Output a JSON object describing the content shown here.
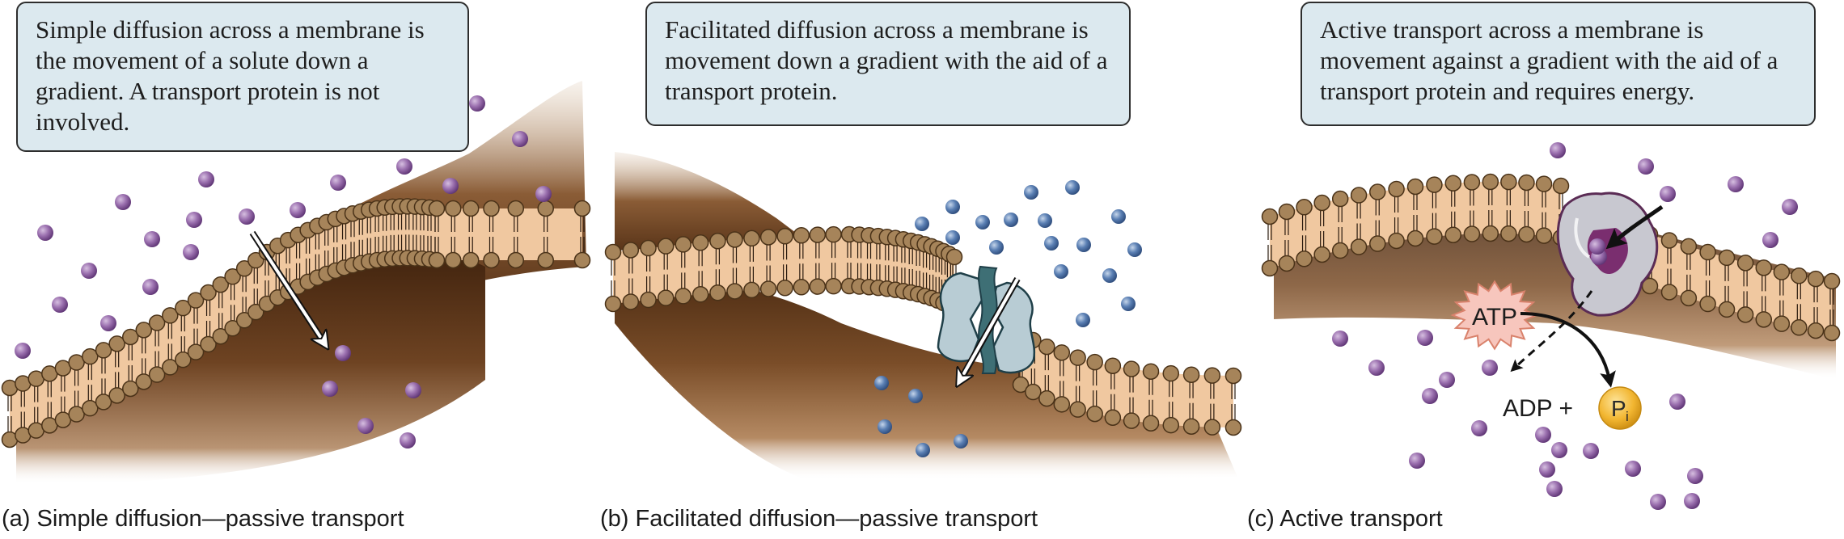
{
  "panels": [
    {
      "description": "Simple diffusion across a membrane is the movement of a solute down a gradient. A transport protein is not involved.",
      "caption": "(a) Simple diffusion—passive transport"
    },
    {
      "description": "Facilitated diffusion across a membrane is movement down a gradient with the aid of a transport protein.",
      "caption": "(b) Facilitated diffusion—passive transport"
    },
    {
      "description": "Active transport across a membrane is movement against a gradient with the aid of a transport protein and requires energy.",
      "caption": "(c) Active transport"
    }
  ],
  "energy": {
    "atp_label": "ATP",
    "adp_label": "ADP +",
    "pi_label": "P",
    "pi_subscript": "i"
  },
  "colors": {
    "purple_solute": "#8b5a9c",
    "blue_solute": "#4a6ea3",
    "lipid_head": "#a6845a",
    "lipid_tail_band": "#f0c8a0",
    "membrane_dark": "#4e2f16",
    "channel_protein": "#b8ccd4",
    "pump_protein": "#c8c8d0",
    "callout_fill": "#dce9ef",
    "atp_burst": "#f7c6bd",
    "pi_circle": "#f2b631"
  },
  "icons": {
    "solute": "solute-molecule-icon",
    "arrow": "movement-arrow-icon",
    "atp": "atp-starburst-icon",
    "pi": "phosphate-circle-icon"
  }
}
